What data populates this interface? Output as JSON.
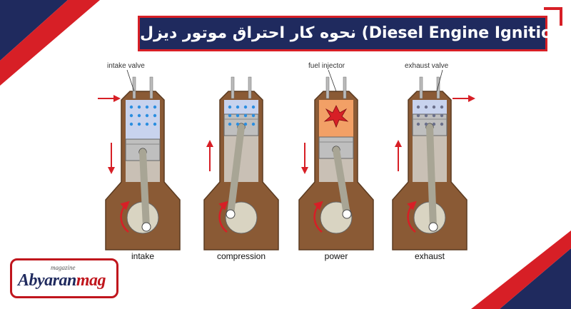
{
  "title": "نحوه کار احتراق موتور دیزل (Diesel Engine Ignition)",
  "callouts": {
    "intake_valve": "intake valve",
    "fuel_injector": "fuel injector",
    "exhaust_valve": "exhaust valve"
  },
  "stages": [
    {
      "label": "intake"
    },
    {
      "label": "compression"
    },
    {
      "label": "power"
    },
    {
      "label": "exhaust"
    }
  ],
  "logo": {
    "brand_main": "Abyaran",
    "brand_accent": "mag",
    "tagline": "magazine"
  },
  "colors": {
    "navy": "#1f2a5e",
    "red": "#d71f26",
    "crankcase": "#8a5a35",
    "cylinder_wall": "#a9a9a9",
    "piston": "#bfbfbf",
    "chamber": "#c8d3ee",
    "arrow": "#d71f26"
  }
}
